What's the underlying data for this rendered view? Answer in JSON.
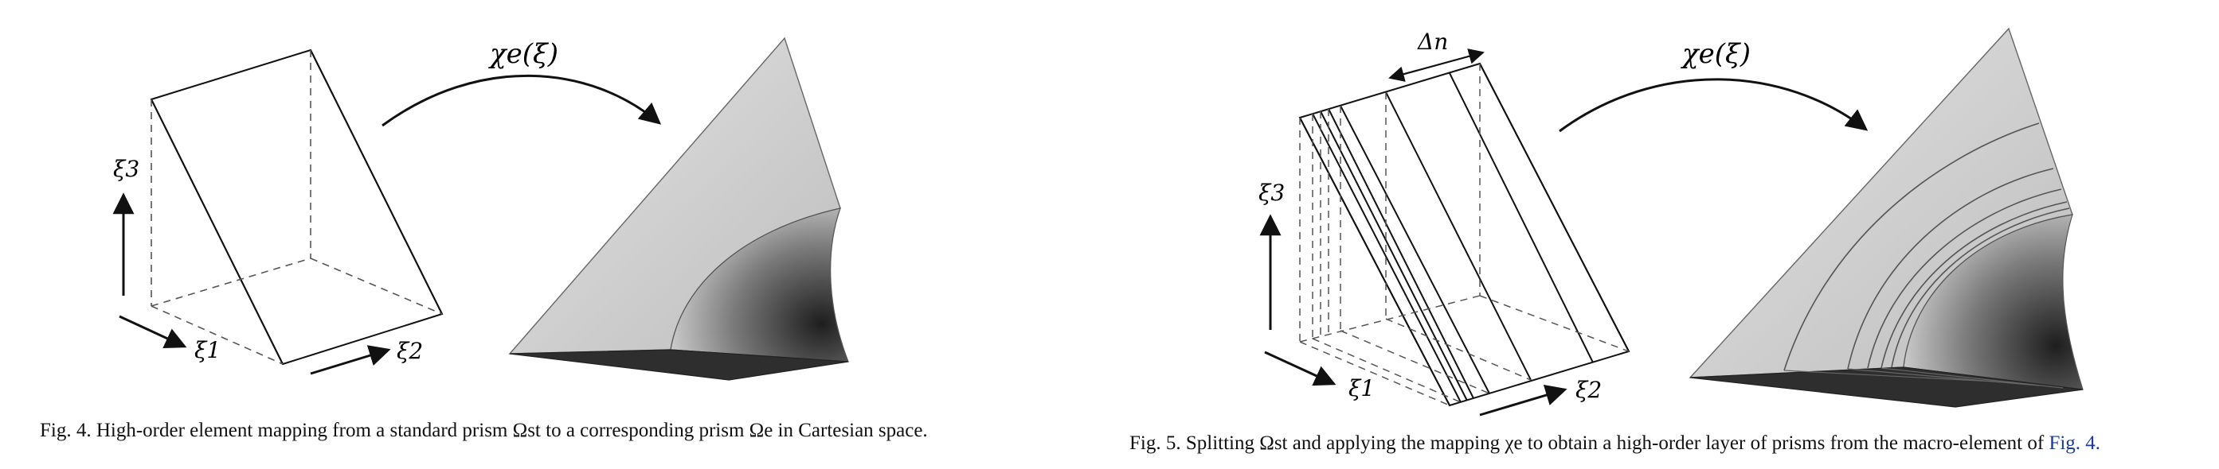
{
  "figure4": {
    "caption_prefix": "Fig. 4.",
    "caption_text": "High-order element mapping from a standard prism Ωst to a corresponding prism Ωe in Cartesian space.",
    "map_label": "χe(ξ)",
    "axis_xi1": "ξ1",
    "axis_xi2": "ξ2",
    "axis_xi3": "ξ3"
  },
  "figure5": {
    "caption_prefix": "Fig. 5.",
    "caption_text": "Splitting Ωst and applying the mapping χe to obtain a high-order layer of prisms from the macro-element of",
    "caption_ref": "Fig. 4.",
    "map_label": "χe(ξ)",
    "delta_label": "Δn",
    "axis_xi1": "ξ1",
    "axis_xi2": "ξ2",
    "axis_xi3": "ξ3"
  },
  "colors": {
    "surface_light": "#cfcfcf",
    "surface_dark": "#2e2e2e",
    "link": "#1a3a9c"
  }
}
